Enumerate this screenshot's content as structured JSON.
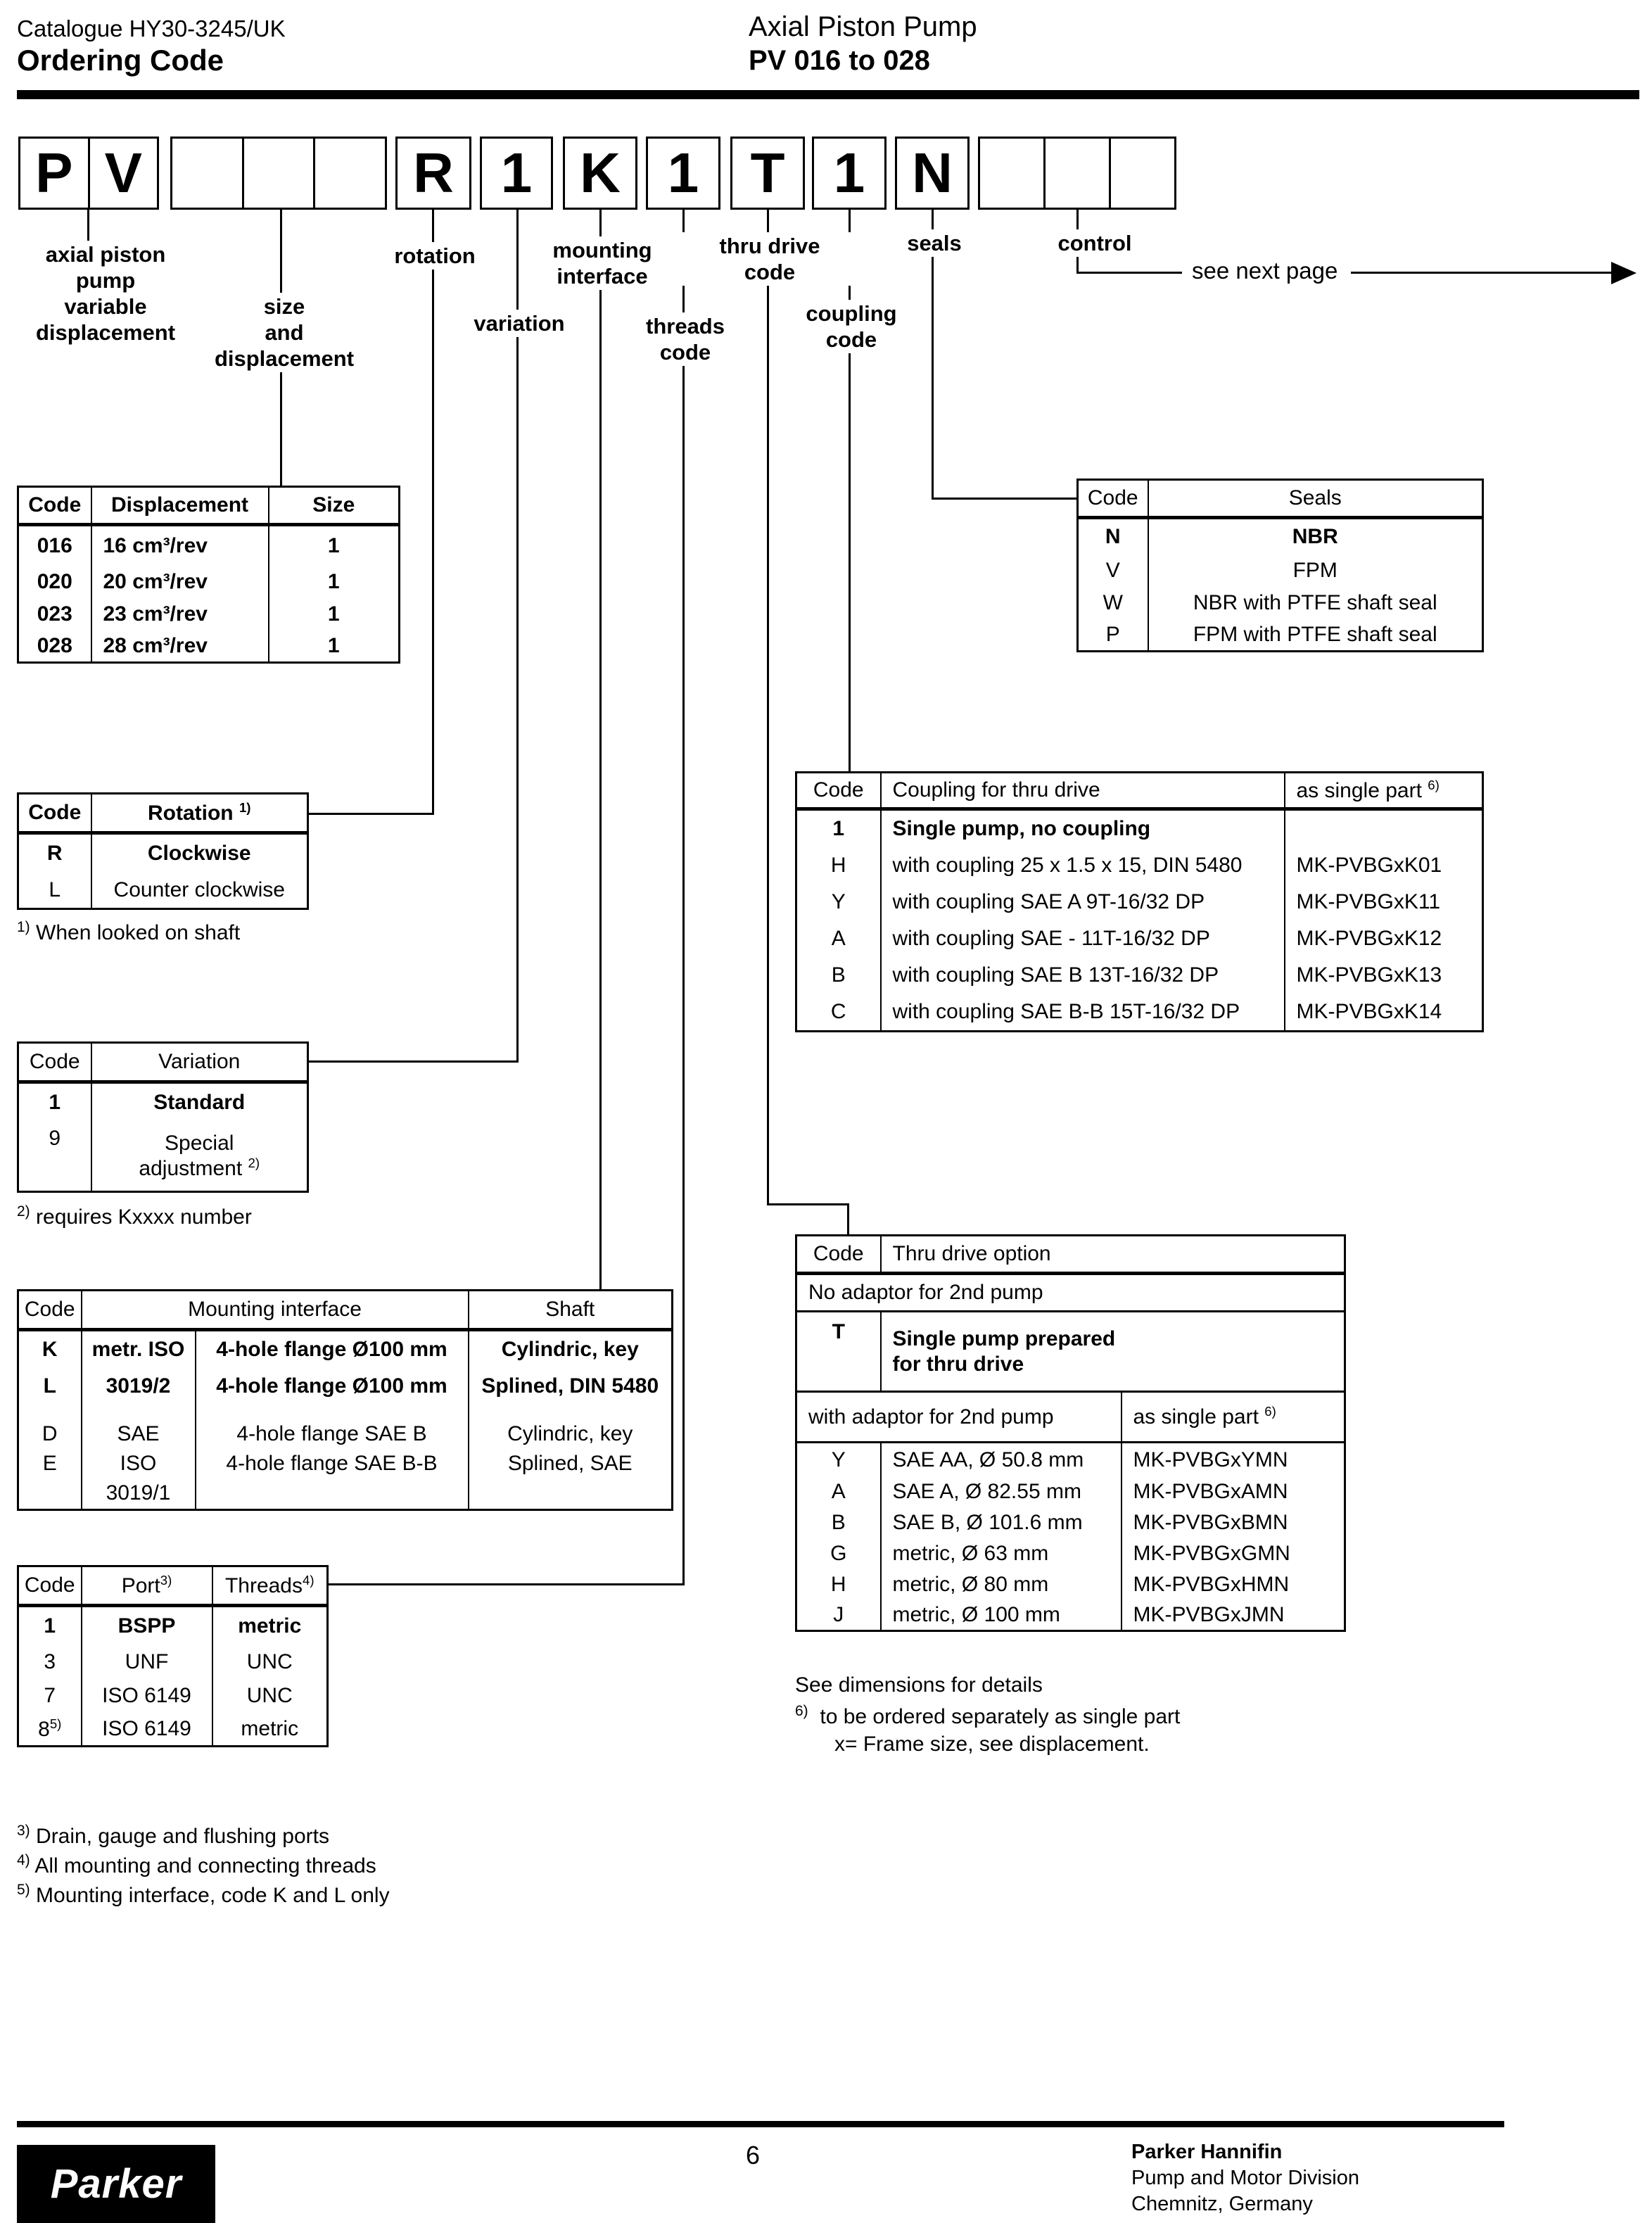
{
  "colors": {
    "ink": "#000000",
    "paper": "#ffffff"
  },
  "header": {
    "catalogue": "Catalogue HY30-3245/UK",
    "title": "Ordering Code",
    "product": "Axial Piston Pump",
    "range": "PV 016 to 028"
  },
  "code_row": {
    "p": "P",
    "v": "V",
    "chars": [
      "R",
      "1",
      "K",
      "1",
      "T",
      "1",
      "N"
    ]
  },
  "connector_labels": {
    "pump": [
      "axial piston",
      "pump",
      "variable",
      "displacement"
    ],
    "size": [
      "size",
      "and",
      "displacement"
    ],
    "rotation": "rotation",
    "variation": "variation",
    "mounting": [
      "mounting",
      "interface"
    ],
    "threads": [
      "threads",
      "code"
    ],
    "thru_drive": [
      "thru drive",
      "code"
    ],
    "coupling": [
      "coupling",
      "code"
    ],
    "seals": "seals",
    "control": "control",
    "see_next_page": "see next page"
  },
  "displacement_table": {
    "h": [
      "Code",
      "Displacement",
      "Size"
    ],
    "rows": [
      [
        "016",
        "16 cm³/rev",
        "1"
      ],
      [
        "020",
        "20 cm³/rev",
        "1"
      ],
      [
        "023",
        "23 cm³/rev",
        "1"
      ],
      [
        "028",
        "28 cm³/rev",
        "1"
      ]
    ]
  },
  "seals_table": {
    "h": [
      "Code",
      "Seals"
    ],
    "rows": [
      [
        "N",
        "NBR"
      ],
      [
        "V",
        "FPM"
      ],
      [
        "W",
        "NBR with PTFE shaft seal"
      ],
      [
        "P",
        "FPM with PTFE shaft seal"
      ]
    ]
  },
  "rotation_table": {
    "h1": "Code",
    "h2": "Rotation",
    "h2_sup": "1)",
    "rows": [
      [
        "R",
        "Clockwise"
      ],
      [
        "L",
        "Counter clockwise"
      ]
    ],
    "fn_sup": "1)",
    "fn": "When looked on shaft"
  },
  "variation_table": {
    "h1": "Code",
    "h2": "Variation",
    "r1_code": "1",
    "r1": "Standard",
    "r2_code": "9",
    "r2a": "Special",
    "r2b": "adjustment",
    "r2b_sup": "2)",
    "fn_sup": "2)",
    "fn": "requires Kxxxx number"
  },
  "coupling_table": {
    "h1": "Code",
    "h2": "Coupling for thru drive",
    "h3": "as single part",
    "h3_sup": "6)",
    "rows": [
      [
        "1",
        "Single pump, no coupling",
        ""
      ],
      [
        "H",
        "with coupling 25 x 1.5 x 15, DIN 5480",
        "MK-PVBGxK01"
      ],
      [
        "Y",
        "with coupling SAE A 9T-16/32 DP",
        "MK-PVBGxK11"
      ],
      [
        "A",
        "with coupling SAE - 11T-16/32 DP",
        "MK-PVBGxK12"
      ],
      [
        "B",
        "with coupling SAE B 13T-16/32 DP",
        "MK-PVBGxK13"
      ],
      [
        "C",
        "with coupling SAE B-B 15T-16/32 DP",
        "MK-PVBGxK14"
      ]
    ]
  },
  "mounting_table": {
    "h1": "Code",
    "h2": "Mounting interface",
    "h3": "Shaft",
    "rows": [
      [
        "K",
        "metr. ISO",
        "4-hole flange Ø100 mm",
        "Cylindric, key"
      ],
      [
        "L",
        "3019/2",
        "4-hole flange Ø100 mm",
        "Splined, DIN 5480"
      ],
      [
        "D",
        "SAE",
        "4-hole flange SAE B",
        "Cylindric, key"
      ],
      [
        "E",
        "ISO",
        "4-hole flange SAE B-B",
        "Splined, SAE"
      ],
      [
        "",
        "3019/1",
        "",
        ""
      ]
    ]
  },
  "thru_drive_table": {
    "h1": "Code",
    "h2": "Thru drive option",
    "no_adaptor": "No adaptor for 2nd pump",
    "t_code": "T",
    "t_line1": "Single pump prepared",
    "t_line2": "for thru drive",
    "with_adaptor": "with adaptor for 2nd pump",
    "as_single": "as single part",
    "as_single_sup": "6)",
    "rows": [
      [
        "Y",
        "SAE AA, Ø 50.8 mm",
        "MK-PVBGxYMN"
      ],
      [
        "A",
        "SAE A, Ø 82.55 mm",
        "MK-PVBGxAMN"
      ],
      [
        "B",
        "SAE B, Ø 101.6 mm",
        "MK-PVBGxBMN"
      ],
      [
        "G",
        "metric, Ø 63 mm",
        "MK-PVBGxGMN"
      ],
      [
        "H",
        "metric, Ø 80 mm",
        "MK-PVBGxHMN"
      ],
      [
        "J",
        "metric, Ø 100 mm",
        "MK-PVBGxJMN"
      ]
    ]
  },
  "port_table": {
    "h1": "Code",
    "h2": "Port",
    "h2_sup": "3)",
    "h3": "Threads",
    "h3_sup": "4)",
    "rows": [
      [
        "1",
        "BSPP",
        "metric"
      ],
      [
        "3",
        "UNF",
        "UNC"
      ],
      [
        "7",
        "ISO 6149",
        "UNC"
      ],
      [
        "8",
        "ISO 6149",
        "metric"
      ]
    ],
    "row4_sup": "5)"
  },
  "notes": {
    "see_dim": "See dimensions for details",
    "n6_sup": "6)",
    "n6": "to be ordered separately as single part",
    "n6b": "x= Frame size, see displacement.",
    "n3_sup": "3)",
    "n3": "Drain, gauge and flushing ports",
    "n4_sup": "4)",
    "n4": "All mounting and connecting threads",
    "n5_sup": "5)",
    "n5": "Mounting interface, code K and L only"
  },
  "footer": {
    "page": "6",
    "brand": "Parker",
    "company": "Parker Hannifin",
    "division": "Pump and Motor Division",
    "location": "Chemnitz, Germany"
  }
}
